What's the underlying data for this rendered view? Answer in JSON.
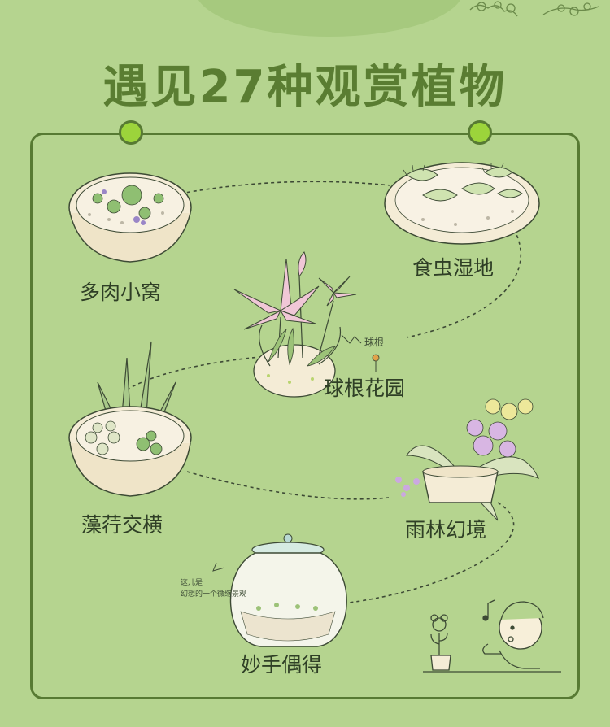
{
  "title": "遇见27种观赏植物",
  "colors": {
    "background": "#b5d48f",
    "title": "#5a7d32",
    "frame": "#577a33",
    "dot": "#9cd43b"
  },
  "stops": [
    {
      "label": "多肉小窝"
    },
    {
      "label": "食虫湿地"
    },
    {
      "label": "球根花园"
    },
    {
      "label": "藻荇交横"
    },
    {
      "label": "雨林幻境"
    },
    {
      "label": "妙手偶得"
    }
  ],
  "handwriting": {
    "bulb_note": "球根",
    "jar_note": [
      "这儿是",
      "幻想的一个微缩景观"
    ]
  }
}
